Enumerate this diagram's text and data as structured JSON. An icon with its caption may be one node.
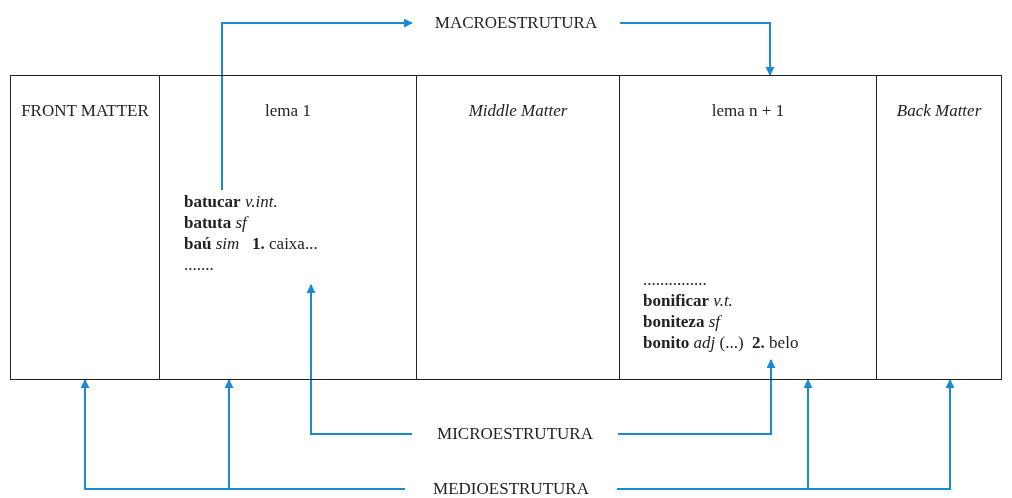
{
  "diagram": {
    "nodes": [
      {
        "text": [
          "FRONT MATTER"
        ]
      },
      {
        "text": [
          "lema 1"
        ]
      },
      {
        "text": [
          "**batucar** *v.int.*",
          "**batuta** *sf*",
          "**baú** *sim*   **1.** caixa...",
          "......."
        ],
        "in": 1
      },
      {
        "text": [
          "Middle Matter"
        ]
      },
      {
        "text": [
          "lema n + 1"
        ]
      },
      {
        "text": [
          "...............",
          "**bonificar** *v.t.*",
          "**boniteza** *sf*",
          "**bonito** *adj* (...)  **2.** belo"
        ],
        "in": 4
      },
      {
        "text": [
          "Back Matter"
        ]
      },
      {
        "text": [
          "MACROESTRUTURA"
        ]
      },
      {
        "text": [
          "MICROESTRUTURA"
        ]
      },
      {
        "text": [
          "MEDIOESTRUTURA"
        ]
      }
    ],
    "edges": [
      {
        "from": 2,
        "to": 7,
        "arrow": "to"
      },
      {
        "from": 7,
        "to": 4,
        "arrow": "to"
      },
      {
        "from": 8,
        "to": 2,
        "arrow": "to"
      },
      {
        "from": 8,
        "to": 5,
        "arrow": "to"
      },
      {
        "from": 9,
        "to": 0,
        "arrow": "to"
      },
      {
        "from": 9,
        "to": 1,
        "arrow": "to"
      },
      {
        "from": 9,
        "to": 4,
        "arrow": "to"
      },
      {
        "from": 9,
        "to": 6,
        "arrow": "to"
      }
    ]
  }
}
